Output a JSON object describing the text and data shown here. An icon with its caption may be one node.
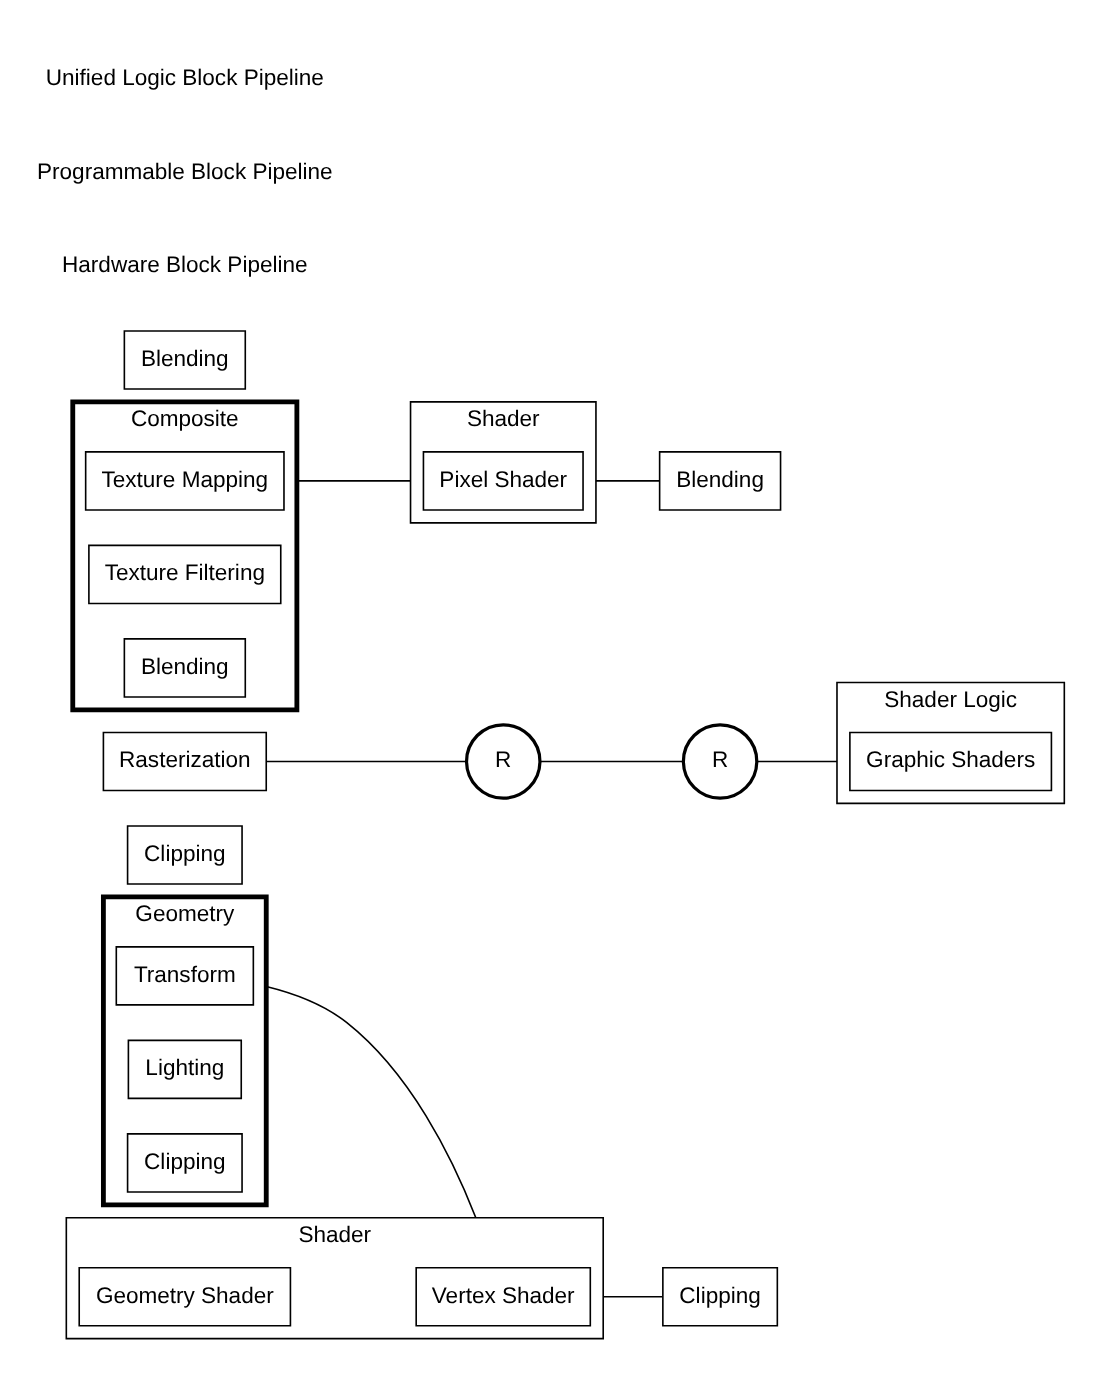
{
  "diagram": {
    "nodes": [
      {
        "text": [
          "Geometry"
        ]
      },
      {
        "text": [
          "Transform"
        ],
        "in": 0
      },
      {
        "text": [
          "Lighting"
        ],
        "in": 0
      },
      {
        "text": [
          "Clipping"
        ],
        "in": 0
      },
      {
        "text": [
          "Shader"
        ]
      },
      {
        "text": [
          "Vertex Shader"
        ],
        "in": 4
      },
      {
        "text": [
          "Geometry Shader"
        ],
        "in": 4
      },
      {
        "text": [
          "Clipping"
        ]
      },
      {
        "text": [
          "Clipping"
        ]
      },
      {
        "text": [
          "Shader Logic"
        ]
      },
      {
        "text": [
          "Graphic Shaders"
        ],
        "in": 9
      },
      {
        "text": [
          "Blending"
        ]
      },
      {
        "text": [
          "Rasterization"
        ]
      },
      {
        "text": [
          "R"
        ]
      },
      {
        "text": [
          "R"
        ]
      },
      {
        "text": [
          "Composite"
        ]
      },
      {
        "text": [
          "Texture Mapping"
        ],
        "in": 15
      },
      {
        "text": [
          "Texture Filtering"
        ],
        "in": 15
      },
      {
        "text": [
          "Blending"
        ],
        "in": 15
      },
      {
        "text": [
          "Shader"
        ]
      },
      {
        "text": [
          "Pixel Shader"
        ],
        "in": 19
      },
      {
        "text": [
          "Blending"
        ]
      }
    ],
    "edges": [
      {
        "from": 0,
        "to": 4,
        "arrow": "none"
      },
      {
        "from": 4,
        "to": 8,
        "arrow": "none"
      },
      {
        "from": 12,
        "to": 13,
        "arrow": "none"
      },
      {
        "from": 13,
        "to": 14,
        "arrow": "none"
      },
      {
        "from": 14,
        "to": 9,
        "arrow": "none"
      },
      {
        "from": 15,
        "to": 19,
        "arrow": "none"
      },
      {
        "from": 19,
        "to": 11,
        "arrow": "none"
      }
    ],
    "labels": [
      "Hardware Block Pipeline",
      "Programmable Block Pipeline",
      "Unified Logic Block Pipeline"
    ]
  }
}
